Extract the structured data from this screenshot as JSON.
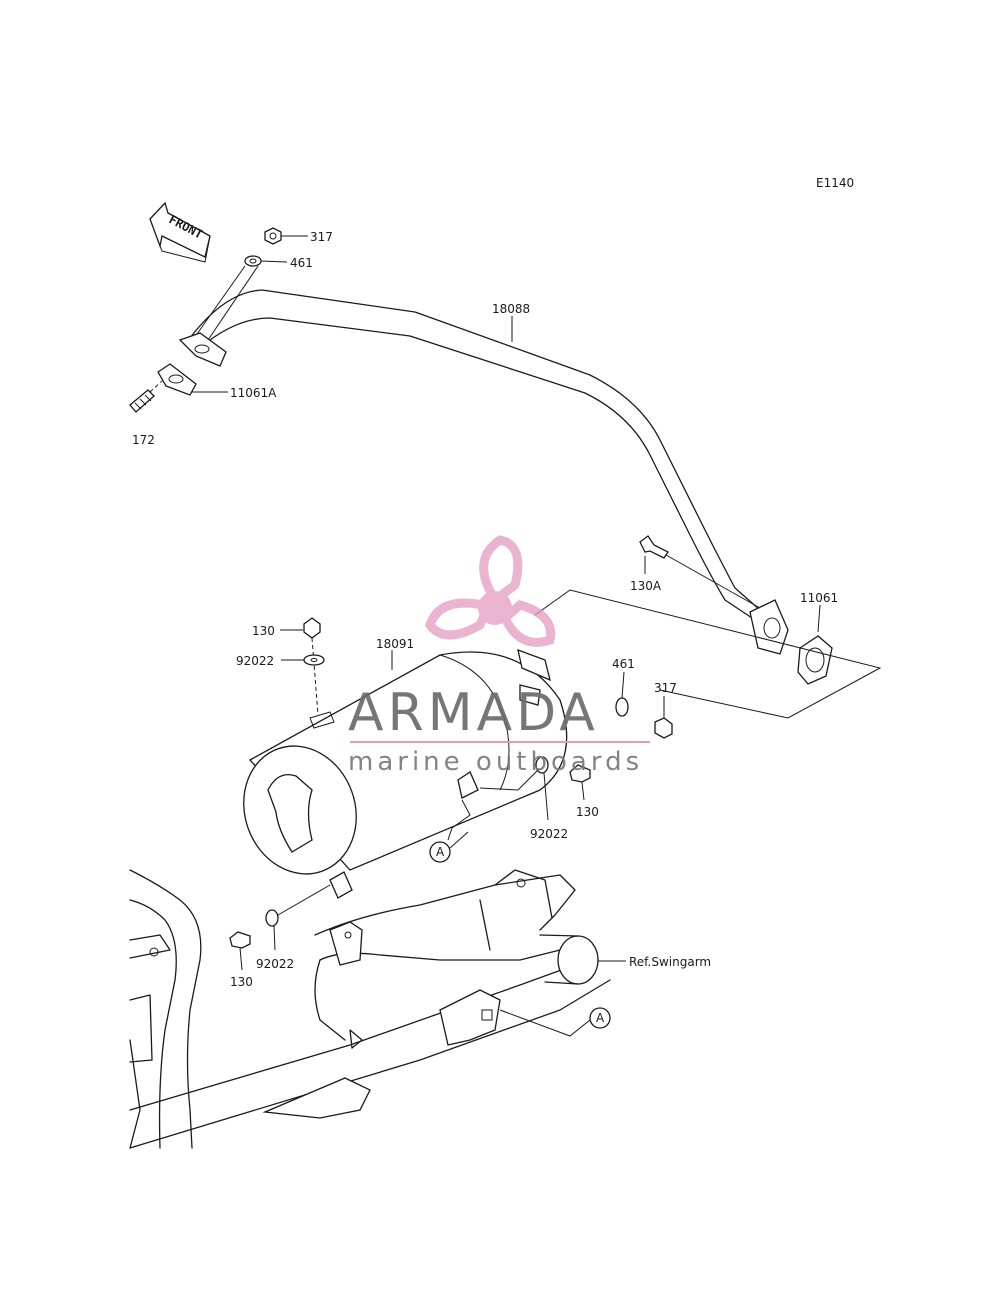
{
  "diagram_code": "E1140",
  "front_arrow_label": "FRONT",
  "parts": {
    "p317_top": "317",
    "p461_top": "461",
    "p18088": "18088",
    "p11061A": "11061A",
    "p172": "172",
    "p130A": "130A",
    "p11061": "11061",
    "p130_top": "130",
    "p92022_top": "92022",
    "p18091": "18091",
    "p461_right": "461",
    "p317_right": "317",
    "p130_right": "130",
    "p92022_right": "92022",
    "p92022_bottom": "92022",
    "p130_bottom": "130",
    "ref_swingarm": "Ref.Swingarm",
    "ref_a_upper": "A",
    "ref_a_lower": "A"
  },
  "watermark": {
    "title": "ARMADA",
    "subtitle": "marine outboards",
    "color": "#e39ac0"
  }
}
